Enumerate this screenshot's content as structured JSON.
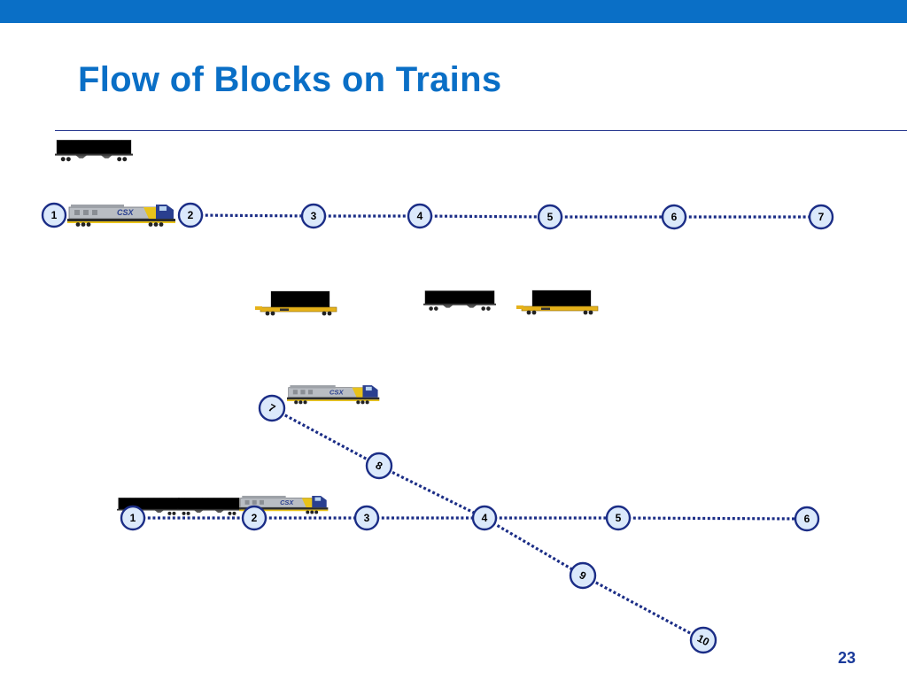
{
  "slide": {
    "title": "Flow of Blocks on Trains",
    "page_number": "23"
  },
  "colors": {
    "accent": "#0a6fc6",
    "route_line": "#1b2d86",
    "node_fill": "#dbe9fb",
    "node_stroke": "#1b2d86"
  },
  "route_a": {
    "nodes": [
      "1",
      "2",
      "3",
      "4",
      "5",
      "6",
      "7"
    ],
    "train": {
      "locomotive": "csx-locomotive-icon",
      "locomotive_logo": "CSX"
    }
  },
  "route_b": {
    "main_nodes": [
      "1",
      "2",
      "3",
      "4",
      "5",
      "6"
    ],
    "branch_nodes": [
      "7",
      "8",
      "4",
      "9",
      "10"
    ],
    "train": {
      "locomotive_logo": "CSX",
      "cars": [
        "green-hopper-car-icon",
        "yellow-hopper-car-icon"
      ]
    },
    "branch_train": {
      "locomotive_logo": "CSX"
    }
  },
  "waiting_cars": [
    "green-hopper-car-icon",
    "white-container-flatcar-icon",
    "yellow-hopper-car-icon",
    "orange-container-flatcar-icon"
  ]
}
